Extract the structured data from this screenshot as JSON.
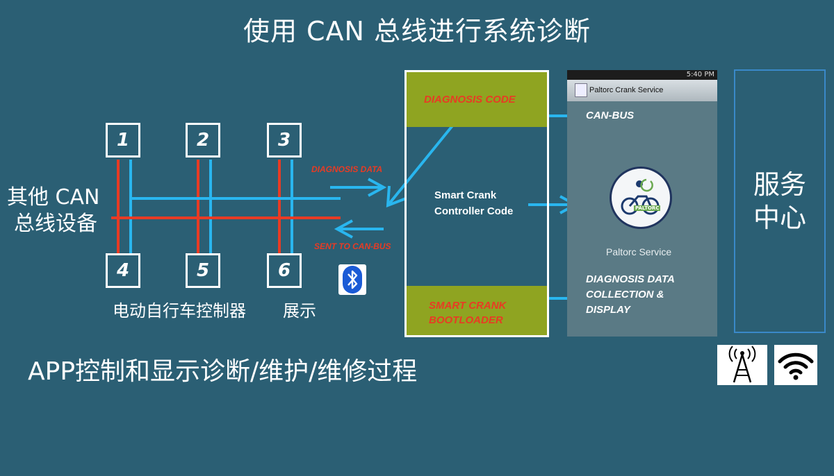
{
  "title": "使用 CAN 总线进行系统诊断",
  "left_label_line1": "其他 CAN",
  "left_label_line2": "总线设备",
  "nodes": [
    "1",
    "2",
    "3",
    "4",
    "5",
    "6"
  ],
  "caption_controller": "电动自行车控制器",
  "caption_display": "展示",
  "bus_labels": {
    "diagnosis_data": "DIAGNOSIS DATA",
    "sent_to_can_bus": "SENT TO CAN-BUS"
  },
  "panel": {
    "diagnosis_code": "DIAGNOSIS CODE",
    "controller_line1": "Smart Crank",
    "controller_line2": "Controller Code",
    "bootloader_line1": "SMART CRANK",
    "bootloader_line2": "BOOTLOADER"
  },
  "phone": {
    "status_time": "5:40 PM",
    "app_title": "Paltorc Crank Service",
    "service_label": "Paltorc Service",
    "logo_text": "PALTORC"
  },
  "right_labels": {
    "can_bus": "CAN-BUS",
    "collection_line1": "DIAGNOSIS DATA",
    "collection_line2": "COLLECTION &",
    "collection_line3": "DISPLAY"
  },
  "service_center_line1": "服务",
  "service_center_line2": "中心",
  "bottom_caption": "APP控制和显示诊断/维护/维修过程",
  "icons": {
    "bluetooth": "bluetooth-icon",
    "cell_tower": "cell-tower-icon",
    "wifi": "wifi-icon"
  },
  "colors": {
    "background": "#2b5f74",
    "bus_red": "#e83b24",
    "bus_blue": "#29b6ef",
    "arrow_blue": "#29b6ef",
    "green_block": "#8fa421",
    "label_red": "#e83b24"
  }
}
